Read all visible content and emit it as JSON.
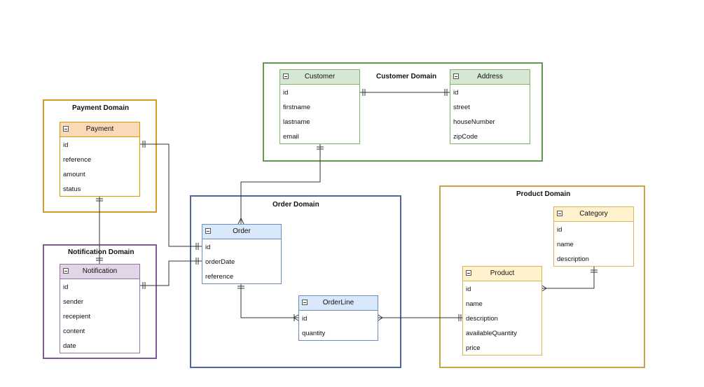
{
  "colors": {
    "customer": {
      "border": "#5f9a4d",
      "header": "#d5e8d4",
      "entity_border": "#82b366"
    },
    "payment": {
      "border": "#d39b2a",
      "header": "#fad9b8",
      "entity_border": "#d79b00"
    },
    "notification": {
      "border": "#7e5a93",
      "header": "#e1d5e7",
      "entity_border": "#9673a6"
    },
    "order": {
      "border": "#4e67a0",
      "header": "#dae8fc",
      "entity_border": "#6c8ebf"
    },
    "product": {
      "border": "#c9a642",
      "header": "#fff2cc",
      "entity_border": "#d6b656"
    },
    "line": "#333333"
  },
  "domains": {
    "customer": "Customer Domain",
    "payment": "Payment Domain",
    "notification": "Notification Domain",
    "order": "Order Domain",
    "product": "Product Domain"
  },
  "entities": {
    "customer": {
      "name": "Customer",
      "attrs": [
        "id",
        "firstname",
        "lastname",
        "email"
      ]
    },
    "address": {
      "name": "Address",
      "attrs": [
        "id",
        "street",
        "houseNumber",
        "zipCode"
      ]
    },
    "payment": {
      "name": "Payment",
      "attrs": [
        "id",
        "reference",
        "amount",
        "status"
      ]
    },
    "notification": {
      "name": "Notification",
      "attrs": [
        "id",
        "sender",
        "recepient",
        "content",
        "date"
      ]
    },
    "order": {
      "name": "Order",
      "attrs": [
        "id",
        "orderDate",
        "reference"
      ]
    },
    "orderline": {
      "name": "OrderLine",
      "attrs": [
        "id",
        "quantity"
      ]
    },
    "category": {
      "name": "Category",
      "attrs": [
        "id",
        "name",
        "description"
      ]
    },
    "product": {
      "name": "Product",
      "attrs": [
        "id",
        "name",
        "description",
        "availableQuantity",
        "price"
      ]
    }
  }
}
